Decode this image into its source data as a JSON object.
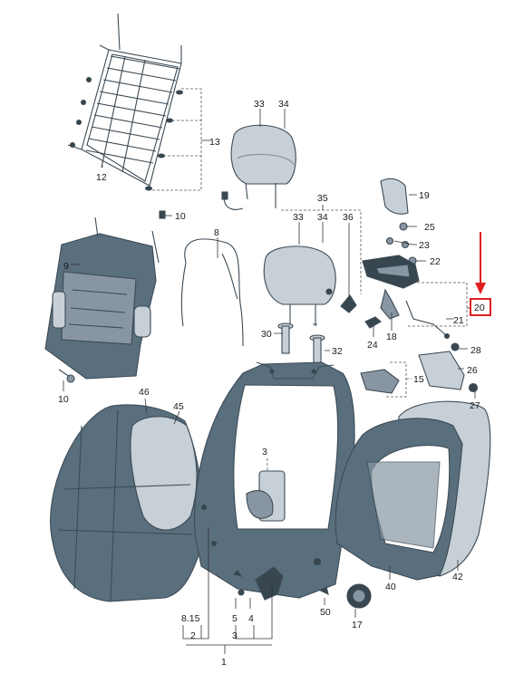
{
  "callouts": {
    "c1": "1",
    "c2": "2",
    "c3": "3",
    "c3b": "3",
    "c4": "4",
    "c5": "5",
    "c8": "8",
    "c815": "8.15",
    "c9": "9",
    "c10a": "10",
    "c10b": "10",
    "c12": "12",
    "c13": "13",
    "c15": "15",
    "c17": "17",
    "c18": "18",
    "c19": "19",
    "c20": "20",
    "c21": "21",
    "c22": "22",
    "c23": "23",
    "c24": "24",
    "c25": "25",
    "c26": "26",
    "c27": "27",
    "c28": "28",
    "c30": "30",
    "c32": "32",
    "c33a": "33",
    "c33b": "33",
    "c34a": "34",
    "c34b": "34",
    "c35": "35",
    "c36": "36",
    "c40": "40",
    "c42": "42",
    "c45": "45",
    "c46": "46",
    "c50": "50"
  },
  "highlight": {
    "color": "#e02020"
  },
  "colors": {
    "part_dark": "#37464f",
    "part_body": "#5a6f7e",
    "part_light": "#c7d0d7"
  }
}
